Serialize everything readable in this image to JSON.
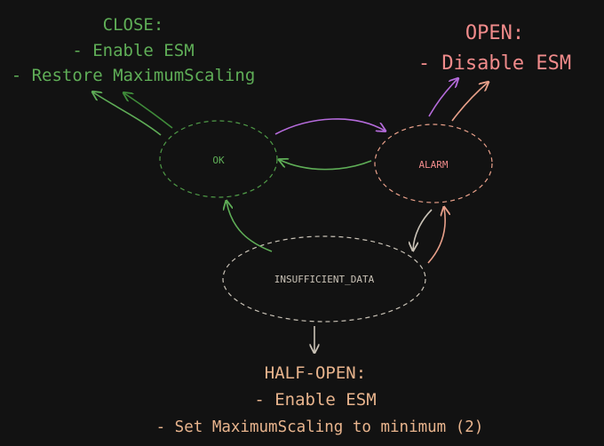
{
  "colors": {
    "background": "#121212",
    "green": "#5fae57",
    "green_dark": "#3f8c3a",
    "red": "#f08b8b",
    "purple": "#b56bdb",
    "salmon": "#e8a08a",
    "gray": "#c9c2b6",
    "orange_text": "#e8b48d"
  },
  "nodes": {
    "ok": {
      "label": "OK"
    },
    "alarm": {
      "label": "ALARM"
    },
    "insufficient": {
      "label": "INSUFFICIENT_DATA"
    }
  },
  "annotations": {
    "close": {
      "title": "CLOSE:",
      "lines": [
        "- Enable ESM",
        "- Restore MaximumScaling"
      ]
    },
    "open": {
      "title": "OPEN:",
      "lines": [
        "- Disable ESM"
      ]
    },
    "half_open": {
      "title": "HALF-OPEN:",
      "lines": [
        "- Enable ESM",
        "- Set MaximumScaling to minimum (2)"
      ]
    }
  }
}
